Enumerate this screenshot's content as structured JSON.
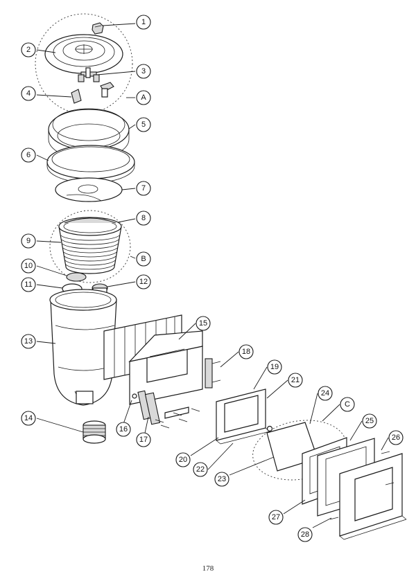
{
  "callouts": [
    "1",
    "2",
    "3",
    "4",
    "A",
    "5",
    "6",
    "7",
    "8",
    "9",
    "B",
    "10",
    "11",
    "12",
    "13",
    "14",
    "15",
    "16",
    "17",
    "18",
    "19",
    "20",
    "21",
    "22",
    "23",
    "24",
    "C",
    "25",
    "26",
    "27",
    "28"
  ],
  "page_number": "178"
}
